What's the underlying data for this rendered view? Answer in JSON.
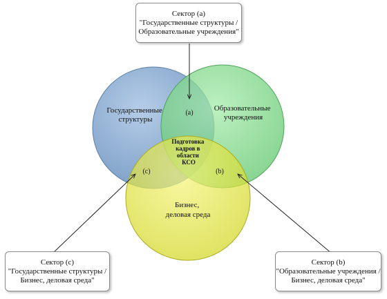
{
  "circles": {
    "government": {
      "label_lines": [
        "Государственные",
        "структуры"
      ],
      "color": "#7fa6d2"
    },
    "education": {
      "label_lines": [
        "Образовательные",
        "учреждения"
      ],
      "color": "#86dd8c"
    },
    "business": {
      "label_lines": [
        "Бизнес,",
        "деловая среда"
      ],
      "color": "#e6ea33"
    }
  },
  "center": {
    "label_lines": [
      "Подготовка",
      "кадров в",
      "области",
      "КСО"
    ]
  },
  "intersections": {
    "a": "(a)",
    "b": "(b)",
    "c": "(c)"
  },
  "callouts": {
    "a": {
      "title": "Сектор (a)",
      "line1": "\"Государственные структуры /",
      "line2": "Образовательные учреждения\""
    },
    "b": {
      "title": "Сектор (b)",
      "line1": "\"Образовательные учреждения /",
      "line2": "Бизнес, деловая среда\""
    },
    "c": {
      "title": "Сектор (c)",
      "line1": "\"Государственные структуры /",
      "line2": "Бизнес, деловая среда\""
    }
  }
}
